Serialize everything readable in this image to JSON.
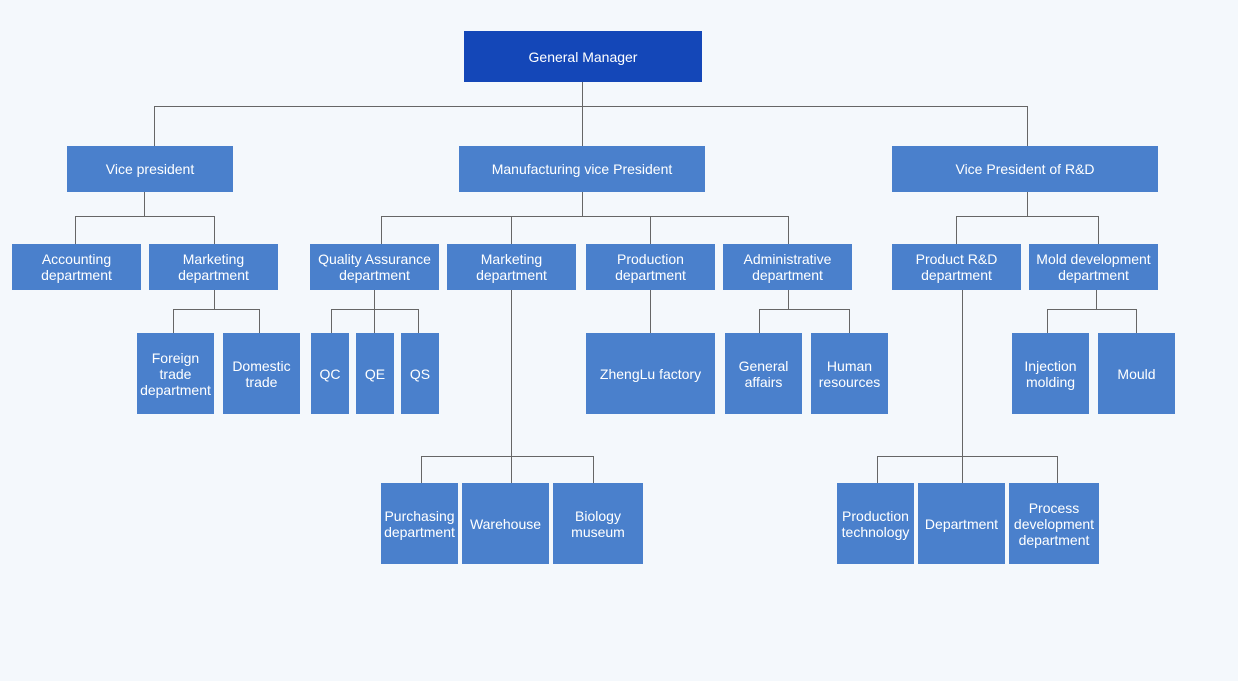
{
  "colors": {
    "background": "#f4f8fc",
    "root": "#1447b8",
    "node": "#4a80cc",
    "connector": "#666666",
    "text": "#ffffff"
  },
  "nodes": {
    "general_manager": "General Manager",
    "vice_president": "Vice president",
    "manufacturing_vp": "Manufacturing vice President",
    "vp_rd": "Vice President of R&D",
    "accounting": "Accounting\ndepartment",
    "marketing_1": "Marketing\ndepartment",
    "quality_assurance": "Quality Assurance\ndepartment",
    "marketing_2": "Marketing\ndepartment",
    "production_dept": "Production\ndepartment",
    "administrative": "Administrative\ndepartment",
    "product_rd": "Product R&D\ndepartment",
    "mold_development": "Mold development\ndepartment",
    "foreign_trade": "Foreign\ntrade\ndepartment",
    "domestic_trade": "Domestic\ntrade",
    "qc": "QC",
    "qe": "QE",
    "qs": "QS",
    "zhenglu_factory": "ZhengLu factory",
    "general_affairs": "General\naffairs",
    "human_resources": "Human\nresources",
    "injection_molding": "Injection\nmolding",
    "mould": "Mould",
    "purchasing": "Purchasing\ndepartment",
    "warehouse": "Warehouse",
    "biology_museum": "Biology\nmuseum",
    "production_technology": "Production\ntechnology",
    "department": "Department",
    "process_development": "Process\ndevelopment\ndepartment"
  },
  "edges": [
    [
      "general_manager",
      "vice_president"
    ],
    [
      "general_manager",
      "manufacturing_vp"
    ],
    [
      "general_manager",
      "vp_rd"
    ],
    [
      "vice_president",
      "accounting"
    ],
    [
      "vice_president",
      "marketing_1"
    ],
    [
      "manufacturing_vp",
      "quality_assurance"
    ],
    [
      "manufacturing_vp",
      "marketing_2"
    ],
    [
      "manufacturing_vp",
      "production_dept"
    ],
    [
      "manufacturing_vp",
      "administrative"
    ],
    [
      "vp_rd",
      "product_rd"
    ],
    [
      "vp_rd",
      "mold_development"
    ],
    [
      "marketing_1",
      "foreign_trade"
    ],
    [
      "marketing_1",
      "domestic_trade"
    ],
    [
      "quality_assurance",
      "qc"
    ],
    [
      "quality_assurance",
      "qe"
    ],
    [
      "quality_assurance",
      "qs"
    ],
    [
      "production_dept",
      "zhenglu_factory"
    ],
    [
      "administrative",
      "general_affairs"
    ],
    [
      "administrative",
      "human_resources"
    ],
    [
      "mold_development",
      "injection_molding"
    ],
    [
      "mold_development",
      "mould"
    ],
    [
      "marketing_2",
      "purchasing"
    ],
    [
      "marketing_2",
      "warehouse"
    ],
    [
      "marketing_2",
      "biology_museum"
    ],
    [
      "product_rd",
      "production_technology"
    ],
    [
      "product_rd",
      "department"
    ],
    [
      "product_rd",
      "process_development"
    ]
  ]
}
